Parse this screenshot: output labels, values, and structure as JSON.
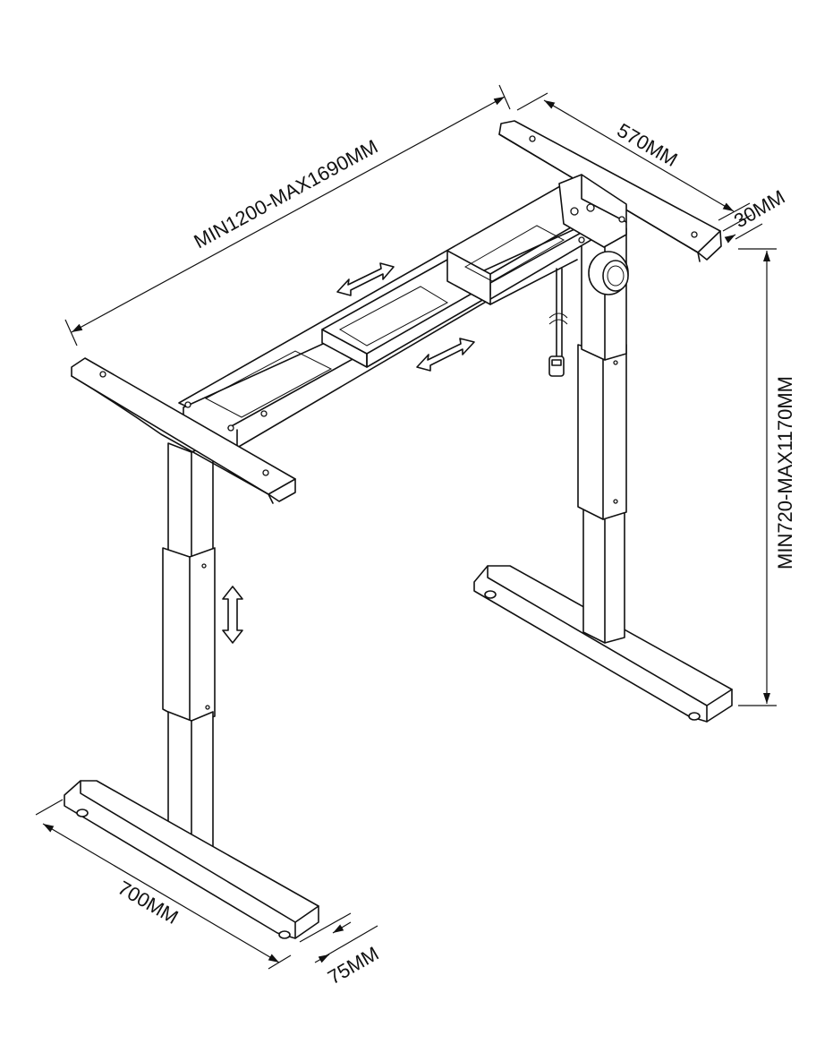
{
  "dimensions": {
    "width_range": "MIN1200-MAX1690MM",
    "top_depth": "570MM",
    "top_thickness": "30MM",
    "height_range": "MIN720-MAX1170MM",
    "foot_length": "700MM",
    "foot_width": "75MM"
  },
  "colors": {
    "line": "#111111",
    "background": "#ffffff"
  }
}
